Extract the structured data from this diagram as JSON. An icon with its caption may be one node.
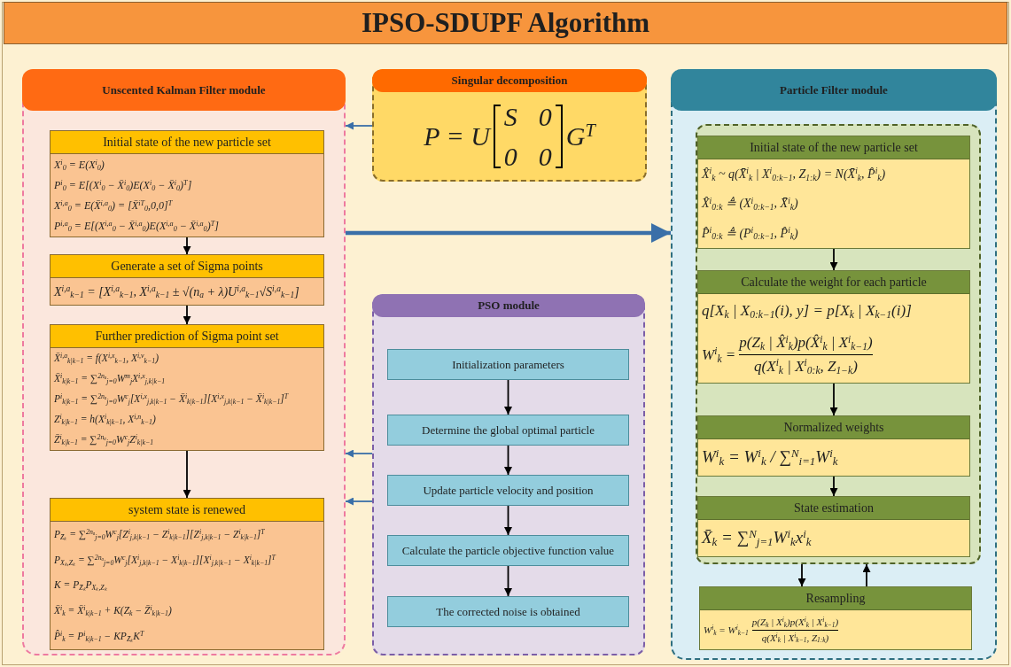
{
  "diagram": {
    "title": "IPSO-SDUPF Algorithm",
    "nodes": [
      {
        "text": [
          "Unscented Kalman Filter module"
        ]
      },
      {
        "text": [
          "Initial state of the new particle set",
          "X$^{i}$$_{0}$ = E(X$^{i}$$_{0}$)",
          "P$^{i}$$_{0}$ = E[(X$^{i}$$_{0}$ − X̄$^{i}$$_{0}$)E(X$^{i}$$_{0}$ − X̄$^{i}$$_{0}$)$^{T}$]",
          "X$^{i,a}$$_{0}$ = E(X̄$^{i,a}$$_{0}$) = [X̄$^{iT}$$_{0}$,0,0]$^{T}$",
          "P$^{i,a}$$_{0}$ = E[(X$^{i,a}$$_{0}$ − X̄$^{i,a}$$_{0}$)E(X$^{i,a}$$_{0}$ − X̄$^{i,a}$$_{0}$)$^{T}$]"
        ],
        "in": 0
      },
      {
        "text": [
          "Generate a set of Sigma points",
          "X$^{i,a}$$_{k−1}$ = [X$^{i,a}$$_{k−1}$, X$^{i,a}$$_{k−1}$ ± √(n$_{a}$ + λ)U$^{i,a}$$_{k−1}$√S$^{i,a}$$_{k−1}$]"
        ],
        "in": 0
      },
      {
        "text": [
          "Further prediction of Sigma point set",
          "X̄$^{i,a}$$_{k|k−1}$ = f(X$^{i,x}$$_{k−1}$, X$^{i,v}$$_{k−1}$)",
          "X̄$^{i}$$_{k|k−1}$ = ∑$^{2nₐ}$$_{j=0}$W$^{m}$$_{j}$X$^{i,x}$$_{j,k|k−1}$",
          "P$^{i}$$_{k|k−1}$ = ∑$^{2nₐ}$$_{j=0}$W$^{c}$$_{j}$[X$^{i,x}$$_{j,k|k−1}$ − X̄$^{i}$$_{k|k−1}$][X$^{i,x}$$_{j,k|k−1}$ − X̄$^{i}$$_{k|k−1}$]$^{T}$",
          "Z$^{i}$$_{k|k−1}$ = h(X$^{i}$$_{k|k−1}$, X$^{i,n}$$_{k−1}$)",
          "Z̄$^{i}$$_{k|k−1}$ = ∑$^{2nₐ}$$_{j=0}$W$^{c}$$_{j}$Z$^{i}$$_{k|k−1}$"
        ],
        "in": 0
      },
      {
        "text": [
          "system state is renewed",
          "P$_{Z̄ₖ}$ = ∑$^{2nₐ}$$_{j=0}$W$^{c}$$_{j}$[Z$^{i}$$_{j,k|k−1}$ − Z$^{i}$$_{k|k−1}$][Z$^{i}$$_{j,k|k−1}$ − Z$^{i}$$_{k|k−1}$]$^{T}$",
          "P$_{Xₖ,Zₖ}$ = ∑$^{2nₐ}$$_{j=0}$W$^{c}$$_{j}$[X$^{i}$$_{j,k|k−1}$ − X$^{i}$$_{k|k−1}$][X$^{i}$$_{j,k|k−1}$ − X$^{i}$$_{k|k−1}$]$^{T}$",
          "K = P$_{Z̄ₖ}$P$_{Xₖ,Zₖ}$",
          "X̄$^{i}$$_{k}$ = X̄$^{i}$$_{k|k−1}$ + K(Z$_{k}$ − Z̄$^{i}$$_{k|k−1}$)",
          "P̂$^{i}$$_{k}$ = P$^{i}$$_{k|k−1}$ − KP$_{Z̄ₖ}$K$^{T}$"
        ],
        "in": 0
      },
      {
        "text": [
          "Singular decomposition",
          "P = U",
          "S",
          "0",
          "0",
          "0",
          "G$^{T}$"
        ]
      },
      {
        "text": [
          "PSO module"
        ]
      },
      {
        "text": [
          "Initialization parameters"
        ],
        "in": 6
      },
      {
        "text": [
          "Determine the global optimal particle"
        ],
        "in": 6
      },
      {
        "text": [
          "Update particle velocity and position"
        ],
        "in": 6
      },
      {
        "text": [
          "Calculate the particle objective function value"
        ],
        "in": 6
      },
      {
        "text": [
          "The corrected noise is obtained"
        ],
        "in": 6
      },
      {
        "text": [
          "Particle Filter module"
        ]
      },
      {
        "text": [],
        "shape": "box",
        "in": 12
      },
      {
        "text": [
          "Initial state of the new particle set",
          "X̂$^{i}$$_{k}$ ~ q(X̄$^{i}$$_{k}$ | X$^{i}$$_{0:k−1}$, Z$_{1:k}$) = N(X̄$^{i}$$_{k}$, P̂$^{i}$$_{k}$)",
          "X̂$^{i}$$_{0:k}$ ≜ (X$^{i}$$_{0:k−1}$, X̄$^{i}$$_{k}$)",
          "P̂$^{i}$$_{0:k}$ ≜ (P$^{i}$$_{0:k−1}$, P̂$^{i}$$_{k}$)"
        ],
        "in": 13
      },
      {
        "text": [
          "Calculate the weight for each particle",
          "q[X$_{k}$ | X$_{0:k−1}$(i), y] = p[X$_{k}$ | X$_{k−1}$(i)]",
          "W$^{i}$$_{k}$ =",
          "p(Z$_{k}$ | X̂$^{i}$$_{k}$)p(X̂$^{i}$$_{k}$ | X$^{i}$$_{k−1}$)",
          "q(X$^{i}$$_{k}$ | X$^{i}$$_{0:k}$, Z$_{1−k}$)"
        ],
        "in": 13
      },
      {
        "text": [
          "Normalized weights",
          "W$^{i}$$_{k}$ = W$^{i}$$_{k}$ / ∑$^{N}$$_{i=1}$W$^{i}$$_{k}$"
        ],
        "in": 13
      },
      {
        "text": [
          "State estimation",
          "X̄$_{k}$ = ∑$^{N}$$_{j=1}$W$^{i}$$_{k}$x$^{i}$$_{k}$"
        ],
        "in": 13
      },
      {
        "text": [
          "Resampling",
          "W$^{i}$$_{k}$ = W$^{i}$$_{k−1}$",
          "p(Z$_{k}$ | X$^{i}$$_{k}$)p(X$^{i}$$_{k}$ | X$^{i}$$_{k−1}$)",
          "q(X$^{i}$$_{k}$ | X$^{i}$$_{k−1}$, Z$_{1:k}$)"
        ],
        "in": 12
      }
    ],
    "edges": [
      {
        "from": 1,
        "to": 2,
        "arrow": "to"
      },
      {
        "from": 2,
        "to": 3,
        "arrow": "to"
      },
      {
        "from": 3,
        "to": 4,
        "arrow": "to"
      },
      {
        "from": 5,
        "to": 0,
        "arrow": "to",
        "color": "#3a6fa8"
      },
      {
        "from": 0,
        "to": 12,
        "arrow": "to",
        "style": "thick",
        "color": "#3a6fa8"
      },
      {
        "from": 6,
        "to": 0,
        "arrow": "to",
        "color": "#3a6fa8"
      },
      {
        "from": 6,
        "to": 0,
        "arrow": "to",
        "color": "#3a6fa8"
      },
      {
        "from": 7,
        "to": 8,
        "arrow": "to"
      },
      {
        "from": 8,
        "to": 9,
        "arrow": "to"
      },
      {
        "from": 9,
        "to": 10,
        "arrow": "to"
      },
      {
        "from": 10,
        "to": 11,
        "arrow": "to"
      },
      {
        "from": 14,
        "to": 15,
        "arrow": "to"
      },
      {
        "from": 15,
        "to": 16,
        "arrow": "to"
      },
      {
        "from": 16,
        "to": 17,
        "arrow": "to"
      },
      {
        "from": 13,
        "to": 18,
        "arrow": "to"
      },
      {
        "from": 18,
        "to": 13,
        "arrow": "to"
      }
    ]
  }
}
